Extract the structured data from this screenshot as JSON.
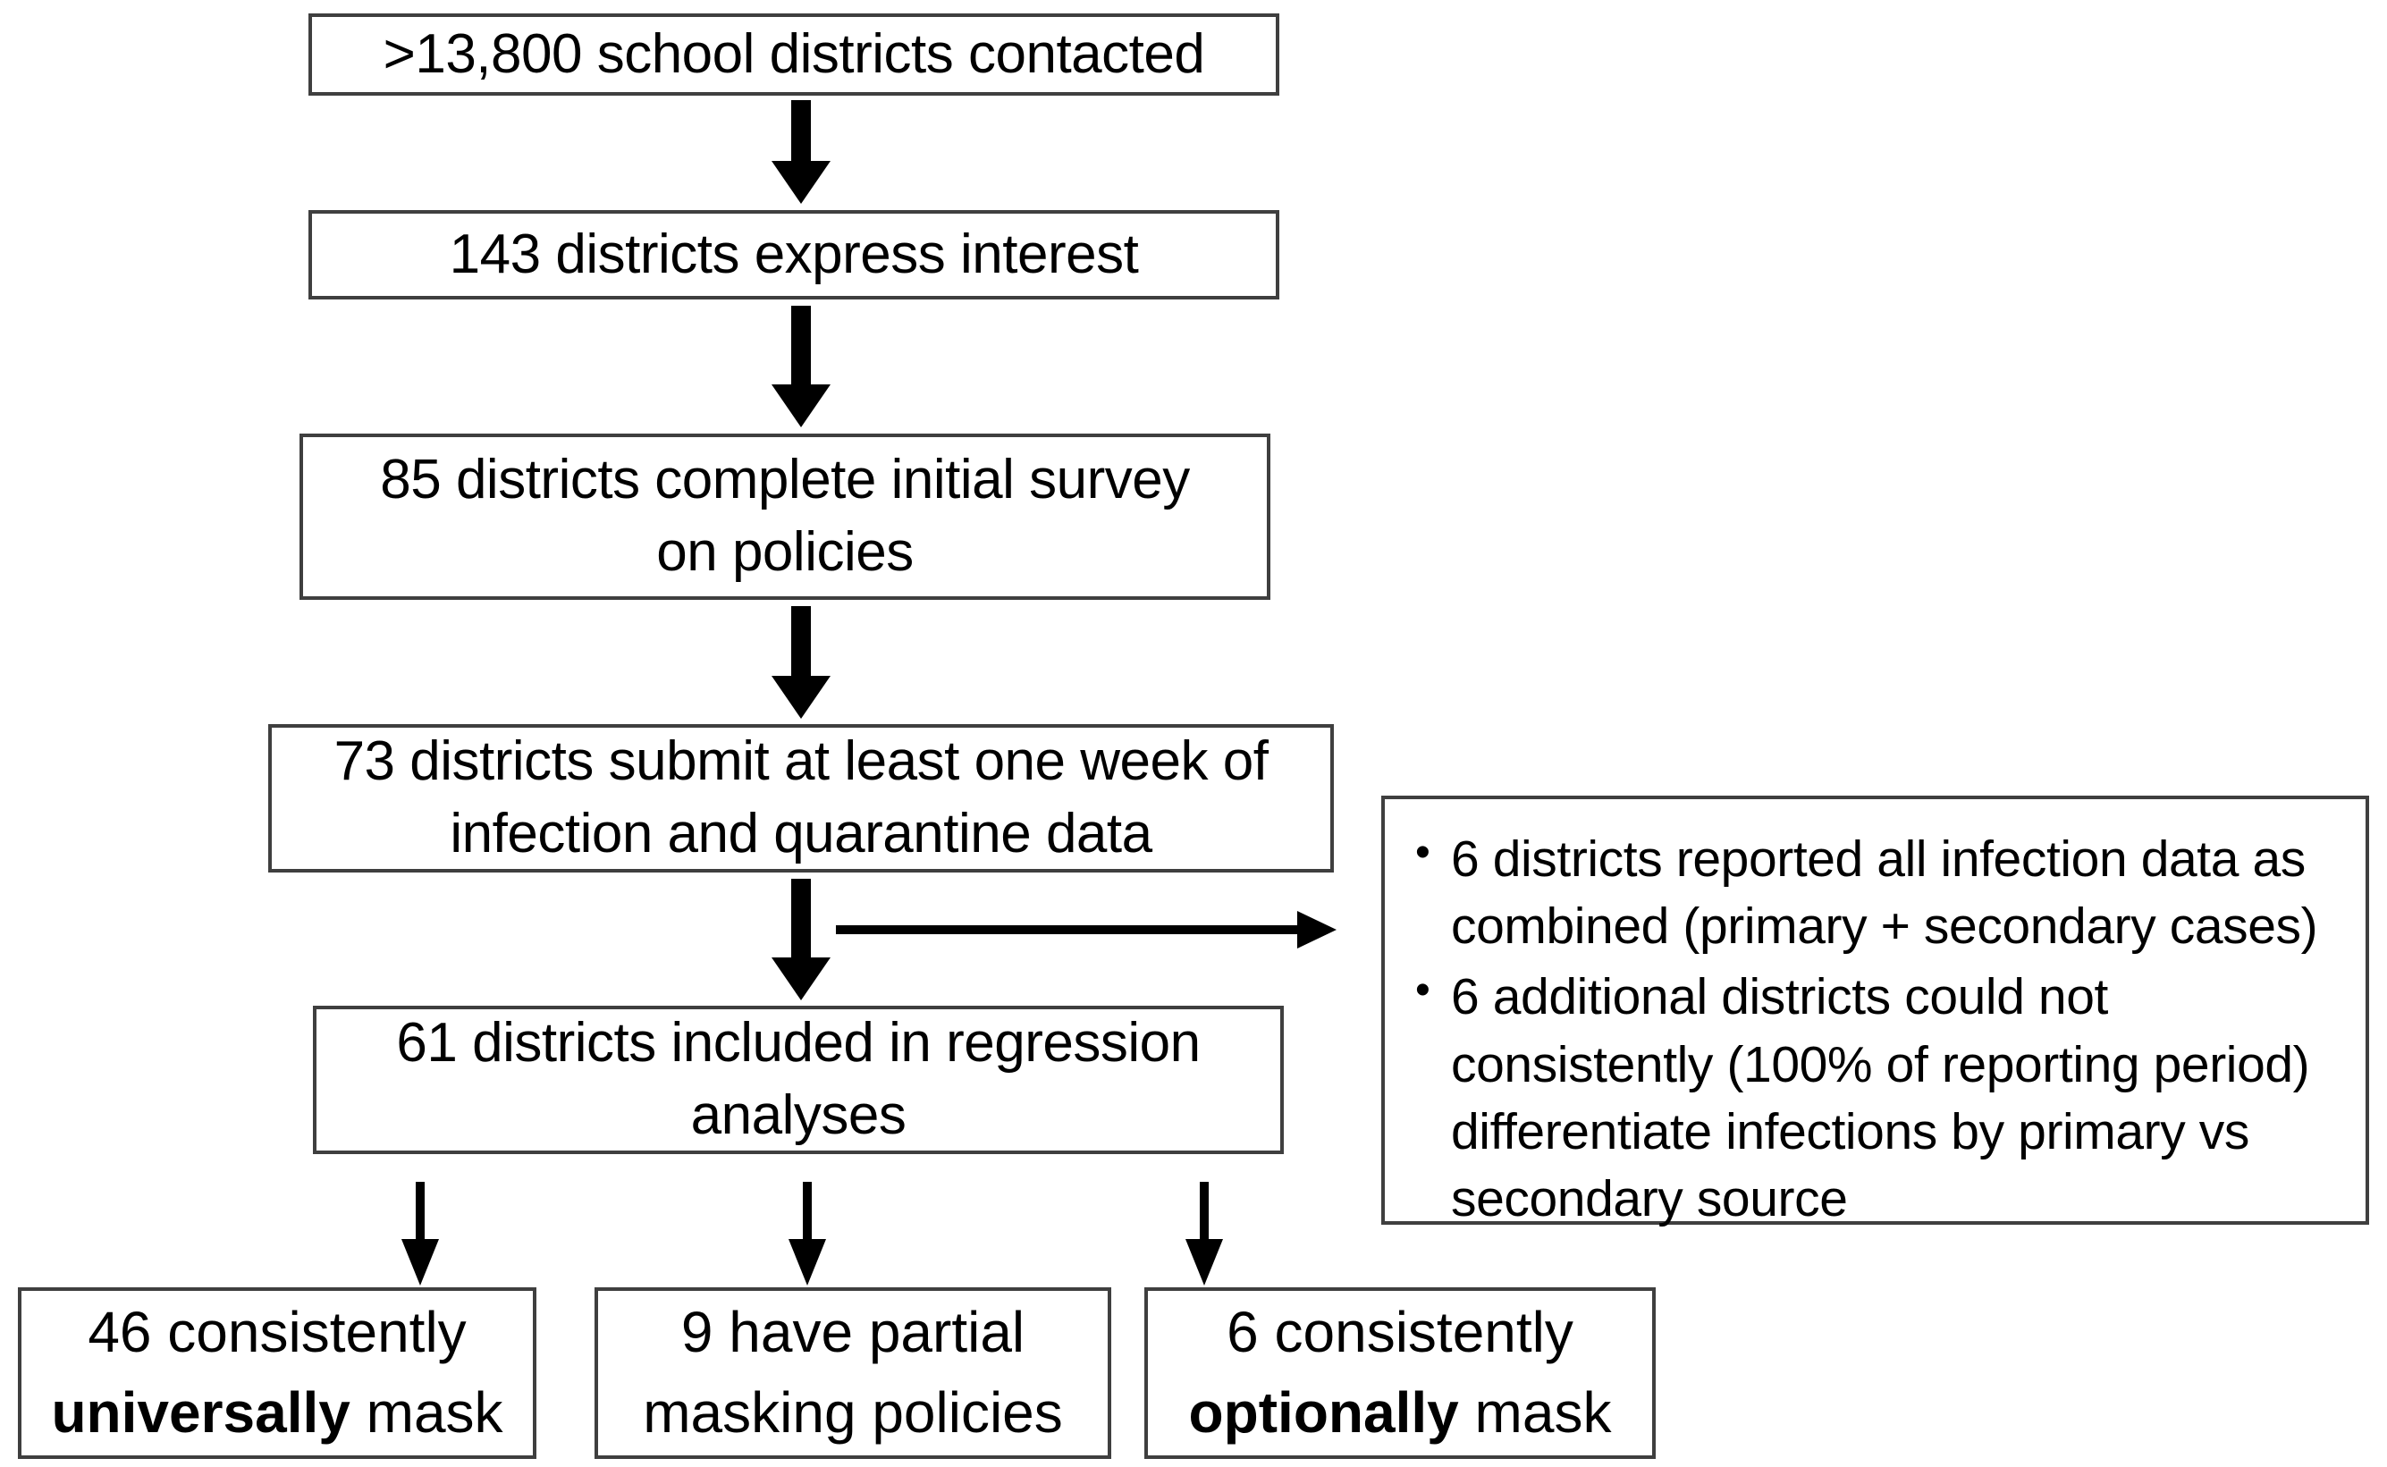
{
  "figure": {
    "type": "flowchart",
    "title": "School district study enrollment flow"
  },
  "flow": {
    "boxes": [
      {
        "id": "contacted",
        "text": ">13,800 school districts contacted",
        "lines": [
          ">13,800 school districts contacted"
        ]
      },
      {
        "id": "interest",
        "text": "143 districts express interest",
        "lines": [
          "143 districts express interest"
        ]
      },
      {
        "id": "survey",
        "text": "85 districts complete initial survey on policies",
        "lines": [
          "85 districts complete initial survey",
          "on policies"
        ]
      },
      {
        "id": "submit",
        "text": "73 districts submit at least one week of infection and quarantine data",
        "lines": [
          "73 districts submit at least one week of",
          "infection and quarantine data"
        ]
      },
      {
        "id": "regression",
        "text": "61 districts included in regression analyses",
        "lines": [
          "61 districts included in regression",
          "analyses"
        ]
      }
    ]
  },
  "exclusions": {
    "bullets": [
      "6 districts reported all infection data as combined (primary + secondary cases)",
      "6 additional districts could not consistently (100% of reporting period) differentiate infections by primary vs secondary source"
    ],
    "bullet_glyph": "•"
  },
  "outcomes": [
    {
      "id": "universal",
      "line1": "46 consistently",
      "bold": "universally",
      "suffix": " mask",
      "text": "46 consistently universally mask"
    },
    {
      "id": "partial",
      "line1": "9 have partial",
      "bold": "",
      "suffix": "masking policies",
      "text": "9 have partial masking policies"
    },
    {
      "id": "optional",
      "line1": "6 consistently",
      "bold": "optionally",
      "suffix": " mask",
      "text": "6 consistently optionally mask"
    }
  ],
  "colors": {
    "box_border": "#3f3f3f",
    "arrow": "#000000",
    "text": "#000000",
    "background": "#ffffff"
  },
  "arrows": {
    "vertical_block_count": 4,
    "vertical_thin_count": 3,
    "horizontal_thin_count": 1,
    "direction": "downward"
  }
}
